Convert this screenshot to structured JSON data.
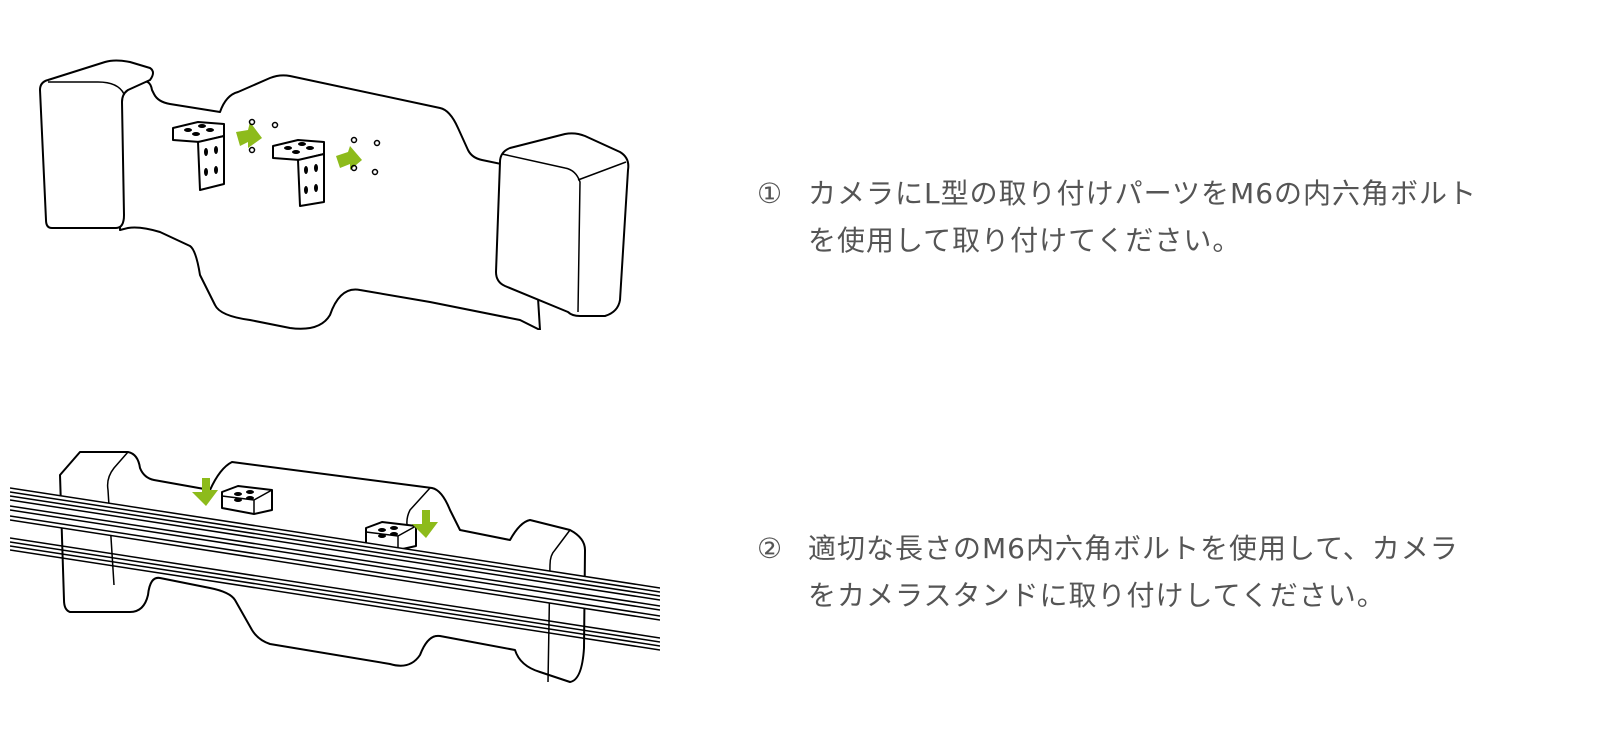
{
  "steps": [
    {
      "number": "①",
      "lines": [
        "カメラにL型の取り付けパーツをM6の内六角ボルト",
        "を使用して取り付けてください。"
      ],
      "illustration": "camera-with-l-brackets"
    },
    {
      "number": "②",
      "lines": [
        "適切な長さのM6内六角ボルトを使用して、カメラ",
        "をカメラスタンドに取り付けしてください。"
      ],
      "illustration": "camera-mounted-on-stand-rail"
    }
  ],
  "colors": {
    "text": "#555555",
    "arrow": "#8dbb1b",
    "line": "#000000"
  }
}
